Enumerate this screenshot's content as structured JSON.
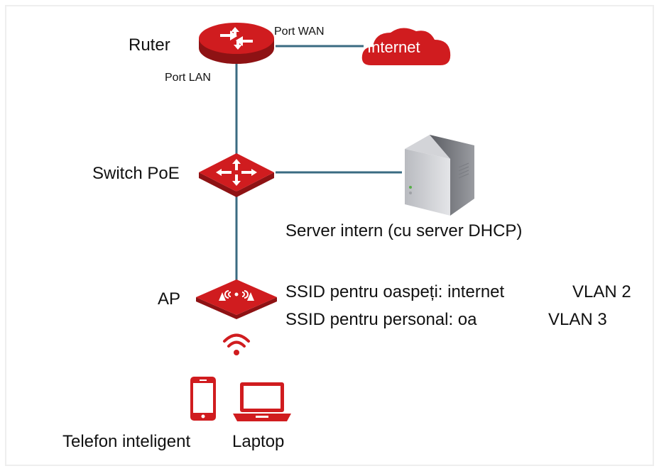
{
  "nodes": {
    "router": {
      "label": "Ruter"
    },
    "internet": {
      "label": "Internet"
    },
    "switch": {
      "label": "Switch PoE"
    },
    "server": {
      "label": "Server intern (cu server DHCP)"
    },
    "ap": {
      "label": "AP"
    },
    "phone": {
      "label": "Telefon inteligent"
    },
    "laptop": {
      "label": "Laptop"
    }
  },
  "ports": {
    "wan": "Port WAN",
    "lan": "Port LAN"
  },
  "ssids": [
    {
      "text": "SSID pentru oaspeți: internet",
      "vlan": "VLAN 2"
    },
    {
      "text": "SSID pentru personal: oa",
      "vlan": "VLAN 3"
    }
  ],
  "colors": {
    "device_red": "#d01c1f",
    "link_line": "#3a6b82",
    "server_gray": "#8c8e94"
  }
}
